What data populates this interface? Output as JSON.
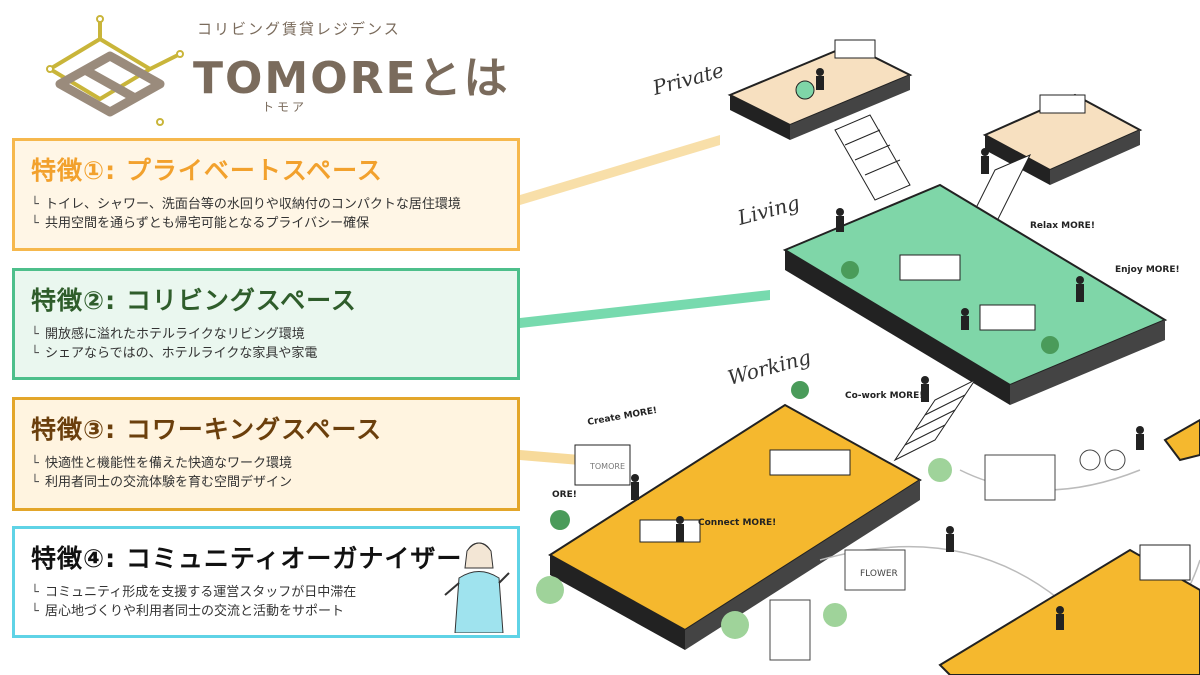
{
  "header": {
    "subtitle": "コリビング賃貸レジデンス",
    "title": "TOMOREとは",
    "reading": "トモア"
  },
  "features": [
    {
      "title": "特徴①: プライベートスペース",
      "bullets": [
        "トイレ、シャワー、洗面台等の水回りや収納付のコンパクトな居住環境",
        "共用空間を通らずとも帰宅可能となるプライバシー確保"
      ]
    },
    {
      "title": "特徴②: コリビングスペース",
      "bullets": [
        "開放感に溢れたホテルライクなリビング環境",
        "シェアならではの、ホテルライクな家具や家電"
      ]
    },
    {
      "title": "特徴③: コワーキングスペース",
      "bullets": [
        "快適性と機能性を備えた快適なワーク環境",
        "利用者同士の交流体験を育む空間デザイン"
      ]
    },
    {
      "title": "特徴④: コミュニティオーガナイザー",
      "bullets": [
        "コミュニティ形成を支援する運営スタッフが日中滞在",
        "居心地づくりや利用者同士の交流と活動をサポート"
      ]
    }
  ],
  "bullet_glyph": "└",
  "illustration": {
    "labels": {
      "private": "Private",
      "living": "Living",
      "working": "Working",
      "relax": "Relax MORE!",
      "enjoy": "Enjoy MORE!",
      "cowork": "Co-work MORE!",
      "create": "Create MORE!",
      "connect": "Connect MORE!",
      "ore": "ORE!",
      "screen": "TOMORE",
      "shop": "FLOWER"
    },
    "colors": {
      "private_floor": "#f7e0c0",
      "living_floor": "#7fd6a8",
      "working_floor": "#f5b82e"
    }
  }
}
